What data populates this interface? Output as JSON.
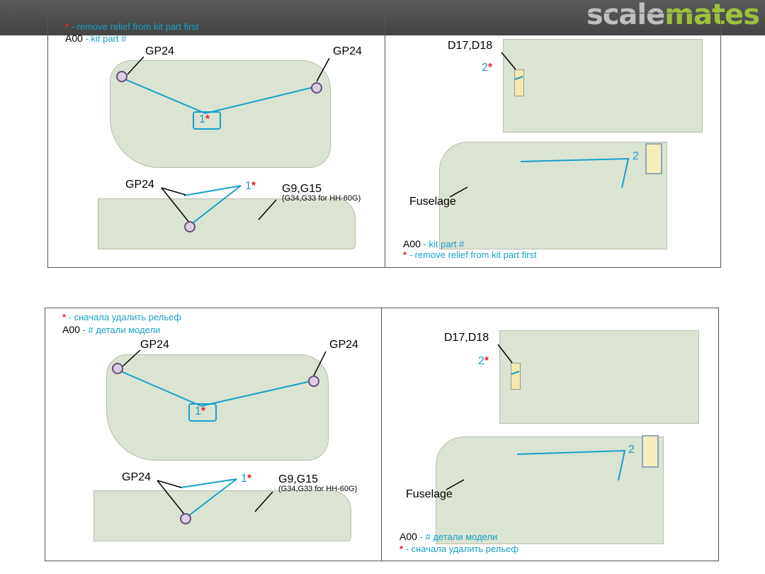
{
  "watermark": {
    "part1": "scale",
    "part2": "mates"
  },
  "legend_en": {
    "star_text": "- remove relief from kit part first",
    "kit_code": "A00",
    "kit_text": "- kit part #"
  },
  "legend_ru": {
    "star_text": "- сначала удалить рельеф",
    "kit_code": "A00",
    "kit_text": "- # детали модели"
  },
  "labels": {
    "gp24": "GP24",
    "step1": "1",
    "step2": "2",
    "star": "*",
    "g9g15": "G9,G15",
    "g9g15_note": "(G34,G33 for HH-60G)",
    "d17d18": "D17,D18",
    "fuselage": "Fuselage"
  },
  "colors": {
    "accent": "#19a0c8",
    "star": "#e8222a",
    "part": "#dbe3d3",
    "logo_green": "#9cc23a"
  }
}
